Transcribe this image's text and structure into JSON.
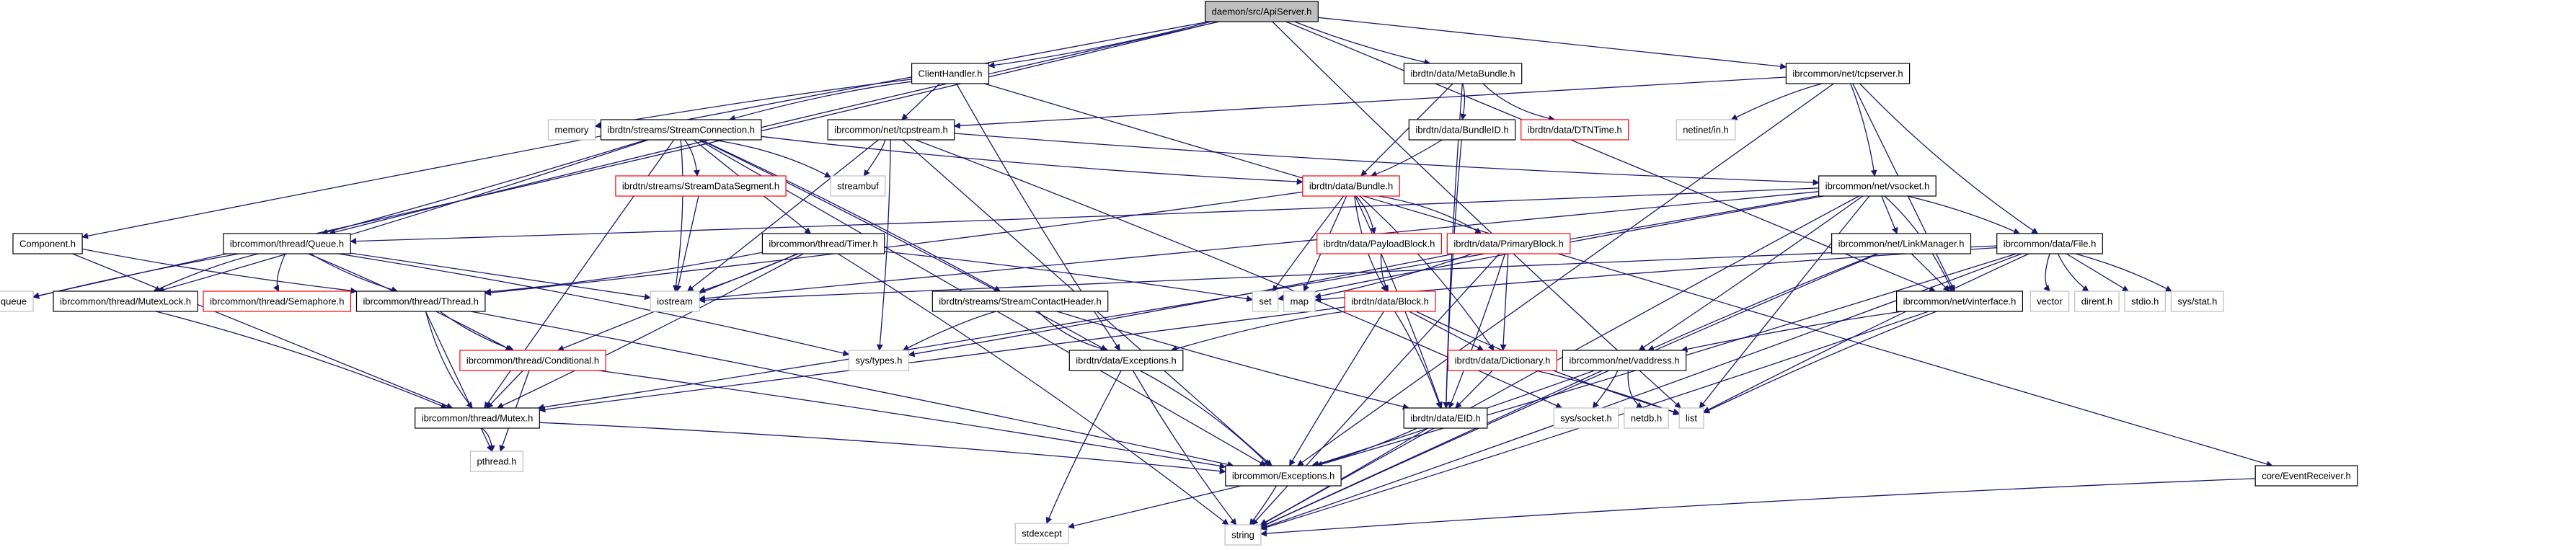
{
  "title": "daemon/src/ApiServer.h",
  "legend_colors": {
    "root_fill": "#bfbfbf",
    "documented_border": "#000000",
    "undocumented_border": "#ff0000",
    "system_header_border": "#bfbfbf",
    "edge": "#191970"
  },
  "nodes": [
    {
      "id": "ApiServer",
      "label": "daemon/src/ApiServer.h",
      "kind": "root"
    },
    {
      "id": "ClientHandler",
      "label": "ClientHandler.h",
      "kind": "normal"
    },
    {
      "id": "MetaBundle",
      "label": "ibrdtn/data/MetaBundle.h",
      "kind": "normal"
    },
    {
      "id": "tcpserver",
      "label": "ibrcommon/net/tcpserver.h",
      "kind": "normal"
    },
    {
      "id": "memory",
      "label": "memory",
      "kind": "system"
    },
    {
      "id": "StreamConnection",
      "label": "ibrdtn/streams/StreamConnection.h",
      "kind": "normal"
    },
    {
      "id": "tcpstream",
      "label": "ibrcommon/net/tcpstream.h",
      "kind": "normal"
    },
    {
      "id": "BundleID",
      "label": "ibrdtn/data/BundleID.h",
      "kind": "normal"
    },
    {
      "id": "DTNTime",
      "label": "ibrdtn/data/DTNTime.h",
      "kind": "incomplete"
    },
    {
      "id": "netinet",
      "label": "netinet/in.h",
      "kind": "system"
    },
    {
      "id": "StreamDataSegment",
      "label": "ibrdtn/streams/StreamDataSegment.h",
      "kind": "incomplete"
    },
    {
      "id": "streambuf",
      "label": "streambuf",
      "kind": "system"
    },
    {
      "id": "Bundle",
      "label": "ibrdtn/data/Bundle.h",
      "kind": "incomplete"
    },
    {
      "id": "vsocket",
      "label": "ibrcommon/net/vsocket.h",
      "kind": "normal"
    },
    {
      "id": "Component",
      "label": "Component.h",
      "kind": "normal"
    },
    {
      "id": "Queue",
      "label": "ibrcommon/thread/Queue.h",
      "kind": "normal"
    },
    {
      "id": "Timer",
      "label": "ibrcommon/thread/Timer.h",
      "kind": "normal"
    },
    {
      "id": "PayloadBlock",
      "label": "ibrdtn/data/PayloadBlock.h",
      "kind": "incomplete"
    },
    {
      "id": "PrimaryBlock",
      "label": "ibrdtn/data/PrimaryBlock.h",
      "kind": "incomplete"
    },
    {
      "id": "LinkManager",
      "label": "ibrcommon/net/LinkManager.h",
      "kind": "normal"
    },
    {
      "id": "File",
      "label": "ibrcommon/data/File.h",
      "kind": "normal"
    },
    {
      "id": "queue",
      "label": "queue",
      "kind": "system"
    },
    {
      "id": "MutexLock",
      "label": "ibrcommon/thread/MutexLock.h",
      "kind": "normal"
    },
    {
      "id": "Semaphore",
      "label": "ibrcommon/thread/Semaphore.h",
      "kind": "incomplete"
    },
    {
      "id": "Thread",
      "label": "ibrcommon/thread/Thread.h",
      "kind": "normal"
    },
    {
      "id": "iostream",
      "label": "iostream",
      "kind": "system"
    },
    {
      "id": "StreamContactHeader",
      "label": "ibrdtn/streams/StreamContactHeader.h",
      "kind": "normal"
    },
    {
      "id": "set",
      "label": "set",
      "kind": "system"
    },
    {
      "id": "map",
      "label": "map",
      "kind": "system"
    },
    {
      "id": "Block",
      "label": "ibrdtn/data/Block.h",
      "kind": "incomplete"
    },
    {
      "id": "vinterface",
      "label": "ibrcommon/net/vinterface.h",
      "kind": "normal"
    },
    {
      "id": "vector",
      "label": "vector",
      "kind": "system"
    },
    {
      "id": "dirent",
      "label": "dirent.h",
      "kind": "system"
    },
    {
      "id": "stdio",
      "label": "stdio.h",
      "kind": "system"
    },
    {
      "id": "sysstat",
      "label": "sys/stat.h",
      "kind": "system"
    },
    {
      "id": "Conditional",
      "label": "ibrcommon/thread/Conditional.h",
      "kind": "incomplete"
    },
    {
      "id": "systypes",
      "label": "sys/types.h",
      "kind": "system"
    },
    {
      "id": "DataExceptions",
      "label": "ibrdtn/data/Exceptions.h",
      "kind": "normal"
    },
    {
      "id": "Dictionary",
      "label": "ibrdtn/data/Dictionary.h",
      "kind": "incomplete"
    },
    {
      "id": "vaddress",
      "label": "ibrcommon/net/vaddress.h",
      "kind": "normal"
    },
    {
      "id": "Mutex",
      "label": "ibrcommon/thread/Mutex.h",
      "kind": "normal"
    },
    {
      "id": "EID",
      "label": "ibrdtn/data/EID.h",
      "kind": "normal"
    },
    {
      "id": "syssocket",
      "label": "sys/socket.h",
      "kind": "system"
    },
    {
      "id": "netdb",
      "label": "netdb.h",
      "kind": "system"
    },
    {
      "id": "list",
      "label": "list",
      "kind": "system"
    },
    {
      "id": "pthread",
      "label": "pthread.h",
      "kind": "system"
    },
    {
      "id": "Exceptions",
      "label": "ibrcommon/Exceptions.h",
      "kind": "normal"
    },
    {
      "id": "EventReceiver",
      "label": "core/EventReceiver.h",
      "kind": "normal"
    },
    {
      "id": "stdexcept",
      "label": "stdexcept",
      "kind": "system"
    },
    {
      "id": "string",
      "label": "string",
      "kind": "system"
    }
  ],
  "edges": [
    [
      "ApiServer",
      "ClientHandler"
    ],
    [
      "ApiServer",
      "MetaBundle"
    ],
    [
      "ApiServer",
      "tcpserver"
    ],
    [
      "ApiServer",
      "Component"
    ],
    [
      "ApiServer",
      "Queue"
    ],
    [
      "ApiServer",
      "queue"
    ],
    [
      "ApiServer",
      "list"
    ],
    [
      "ApiServer",
      "vinterface"
    ],
    [
      "ClientHandler",
      "memory"
    ],
    [
      "ClientHandler",
      "StreamConnection"
    ],
    [
      "ClientHandler",
      "tcpstream"
    ],
    [
      "ClientHandler",
      "DataExceptions"
    ],
    [
      "ClientHandler",
      "EventReceiver"
    ],
    [
      "MetaBundle",
      "BundleID"
    ],
    [
      "MetaBundle",
      "Bundle"
    ],
    [
      "MetaBundle",
      "DTNTime"
    ],
    [
      "MetaBundle",
      "EID"
    ],
    [
      "tcpserver",
      "tcpstream"
    ],
    [
      "tcpserver",
      "vsocket"
    ],
    [
      "tcpserver",
      "netinet"
    ],
    [
      "tcpserver",
      "File"
    ],
    [
      "tcpserver",
      "Exceptions"
    ],
    [
      "tcpserver",
      "vinterface"
    ],
    [
      "StreamConnection",
      "StreamDataSegment"
    ],
    [
      "StreamConnection",
      "streambuf"
    ],
    [
      "StreamConnection",
      "Bundle"
    ],
    [
      "StreamConnection",
      "Queue"
    ],
    [
      "StreamConnection",
      "Timer"
    ],
    [
      "StreamConnection",
      "StreamContactHeader"
    ],
    [
      "StreamConnection",
      "iostream"
    ],
    [
      "StreamConnection",
      "MutexLock"
    ],
    [
      "StreamConnection",
      "Mutex"
    ],
    [
      "StreamConnection",
      "Exceptions"
    ],
    [
      "StreamConnection",
      "DataExceptions"
    ],
    [
      "tcpstream",
      "streambuf"
    ],
    [
      "tcpstream",
      "vsocket"
    ],
    [
      "tcpstream",
      "iostream"
    ],
    [
      "tcpstream",
      "Exceptions"
    ],
    [
      "tcpstream",
      "systypes"
    ],
    [
      "tcpstream",
      "syssocket"
    ],
    [
      "BundleID",
      "Bundle"
    ],
    [
      "BundleID",
      "EID"
    ],
    [
      "StreamDataSegment",
      "iostream"
    ],
    [
      "Bundle",
      "PayloadBlock"
    ],
    [
      "Bundle",
      "PrimaryBlock"
    ],
    [
      "Bundle",
      "Block"
    ],
    [
      "Bundle",
      "set"
    ],
    [
      "Bundle",
      "map"
    ],
    [
      "Bundle",
      "EID"
    ],
    [
      "Bundle",
      "Dictionary"
    ],
    [
      "Bundle",
      "Thread"
    ],
    [
      "vsocket",
      "Queue"
    ],
    [
      "vsocket",
      "LinkManager"
    ],
    [
      "vsocket",
      "File"
    ],
    [
      "vsocket",
      "vinterface"
    ],
    [
      "vsocket",
      "vaddress"
    ],
    [
      "vsocket",
      "list"
    ],
    [
      "vsocket",
      "iostream"
    ],
    [
      "vsocket",
      "set"
    ],
    [
      "vsocket",
      "string"
    ],
    [
      "vsocket",
      "Mutex"
    ],
    [
      "Component",
      "Thread"
    ],
    [
      "Component",
      "Mutex"
    ],
    [
      "Queue",
      "queue"
    ],
    [
      "Queue",
      "MutexLock"
    ],
    [
      "Queue",
      "Semaphore"
    ],
    [
      "Queue",
      "Thread"
    ],
    [
      "Queue",
      "iostream"
    ],
    [
      "Queue",
      "Conditional"
    ],
    [
      "Queue",
      "systypes"
    ],
    [
      "Timer",
      "Thread"
    ],
    [
      "Timer",
      "iostream"
    ],
    [
      "Timer",
      "Conditional"
    ],
    [
      "Timer",
      "set"
    ],
    [
      "Timer",
      "string"
    ],
    [
      "Timer",
      "Mutex"
    ],
    [
      "PayloadBlock",
      "Block"
    ],
    [
      "PrimaryBlock",
      "Dictionary"
    ],
    [
      "PrimaryBlock",
      "EID"
    ],
    [
      "PrimaryBlock",
      "string"
    ],
    [
      "PrimaryBlock",
      "map"
    ],
    [
      "PrimaryBlock",
      "systypes"
    ],
    [
      "LinkManager",
      "vinterface"
    ],
    [
      "LinkManager",
      "vaddress"
    ],
    [
      "LinkManager",
      "string"
    ],
    [
      "File",
      "vector"
    ],
    [
      "File",
      "dirent"
    ],
    [
      "File",
      "stdio"
    ],
    [
      "File",
      "sysstat"
    ],
    [
      "File",
      "list"
    ],
    [
      "File",
      "string"
    ],
    [
      "File",
      "Exceptions"
    ],
    [
      "File",
      "iostream"
    ],
    [
      "File",
      "map"
    ],
    [
      "MutexLock",
      "Mutex"
    ],
    [
      "Thread",
      "Mutex"
    ],
    [
      "Thread",
      "Conditional"
    ],
    [
      "Thread",
      "pthread"
    ],
    [
      "Thread",
      "Exceptions"
    ],
    [
      "StreamContactHeader",
      "systypes"
    ],
    [
      "StreamContactHeader",
      "DataExceptions"
    ],
    [
      "StreamContactHeader",
      "EID"
    ],
    [
      "Block",
      "Dictionary"
    ],
    [
      "Block",
      "EID"
    ],
    [
      "Block",
      "DataExceptions"
    ],
    [
      "Block",
      "list"
    ],
    [
      "Block",
      "Exceptions"
    ],
    [
      "Block",
      "Mutex"
    ],
    [
      "vinterface",
      "vaddress"
    ],
    [
      "vinterface",
      "list"
    ],
    [
      "vinterface",
      "string"
    ],
    [
      "Conditional",
      "Mutex"
    ],
    [
      "Conditional",
      "pthread"
    ],
    [
      "Conditional",
      "Exceptions"
    ],
    [
      "DataExceptions",
      "Exceptions"
    ],
    [
      "DataExceptions",
      "stdexcept"
    ],
    [
      "DataExceptions",
      "string"
    ],
    [
      "Dictionary",
      "EID"
    ],
    [
      "Dictionary",
      "list"
    ],
    [
      "vaddress",
      "syssocket"
    ],
    [
      "vaddress",
      "netdb"
    ],
    [
      "vaddress",
      "Exceptions"
    ],
    [
      "vaddress",
      "string"
    ],
    [
      "Mutex",
      "pthread"
    ],
    [
      "Mutex",
      "Exceptions"
    ],
    [
      "EID",
      "Exceptions"
    ],
    [
      "EID",
      "string"
    ],
    [
      "Exceptions",
      "stdexcept"
    ],
    [
      "Exceptions",
      "string"
    ],
    [
      "EventReceiver",
      "string"
    ]
  ]
}
